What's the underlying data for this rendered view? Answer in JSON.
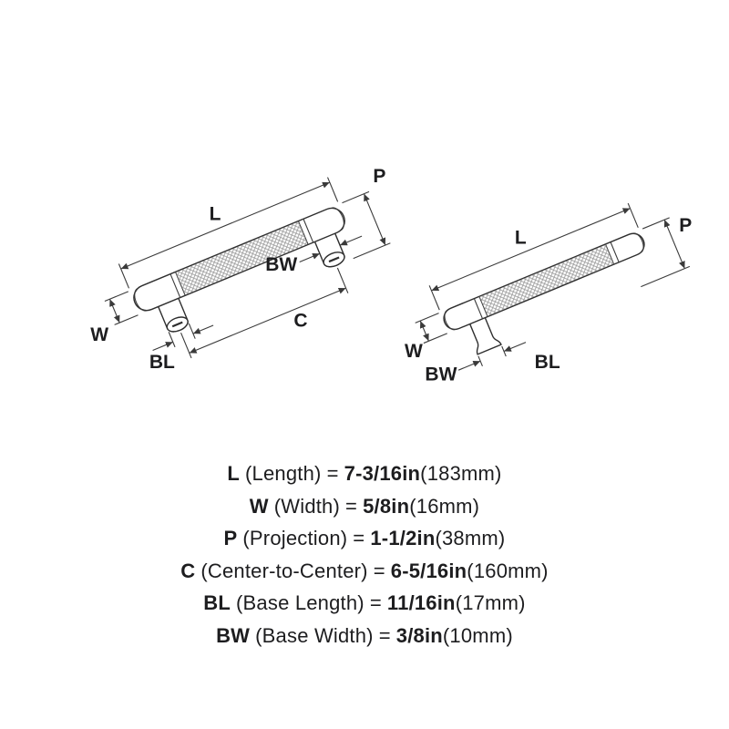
{
  "diagram": {
    "labels": {
      "L": "L",
      "W": "W",
      "P": "P",
      "C": "C",
      "BL": "BL",
      "BW": "BW"
    },
    "colors": {
      "line": "#3a3a3a",
      "outline": "#2e2e2e",
      "text": "#1d1d1f",
      "knurl": "#9a9a9a",
      "background": "#ffffff"
    }
  },
  "legend": {
    "rows": [
      {
        "abbr": "L",
        "name": "(Length)",
        "eq": "=",
        "value_in": "7-3/16in",
        "value_mm": "(183mm)"
      },
      {
        "abbr": "W",
        "name": "(Width)",
        "eq": "=",
        "value_in": "5/8in",
        "value_mm": "(16mm)"
      },
      {
        "abbr": "P",
        "name": "(Projection)",
        "eq": "=",
        "value_in": "1-1/2in",
        "value_mm": "(38mm)"
      },
      {
        "abbr": "C",
        "name": "(Center-to-Center)",
        "eq": "=",
        "value_in": "6-5/16in",
        "value_mm": "(160mm)"
      },
      {
        "abbr": "BL",
        "name": "(Base Length)",
        "eq": "=",
        "value_in": "11/16in",
        "value_mm": "(17mm)"
      },
      {
        "abbr": "BW",
        "name": "(Base Width)",
        "eq": "=",
        "value_in": "3/8in",
        "value_mm": "(10mm)"
      }
    ]
  }
}
